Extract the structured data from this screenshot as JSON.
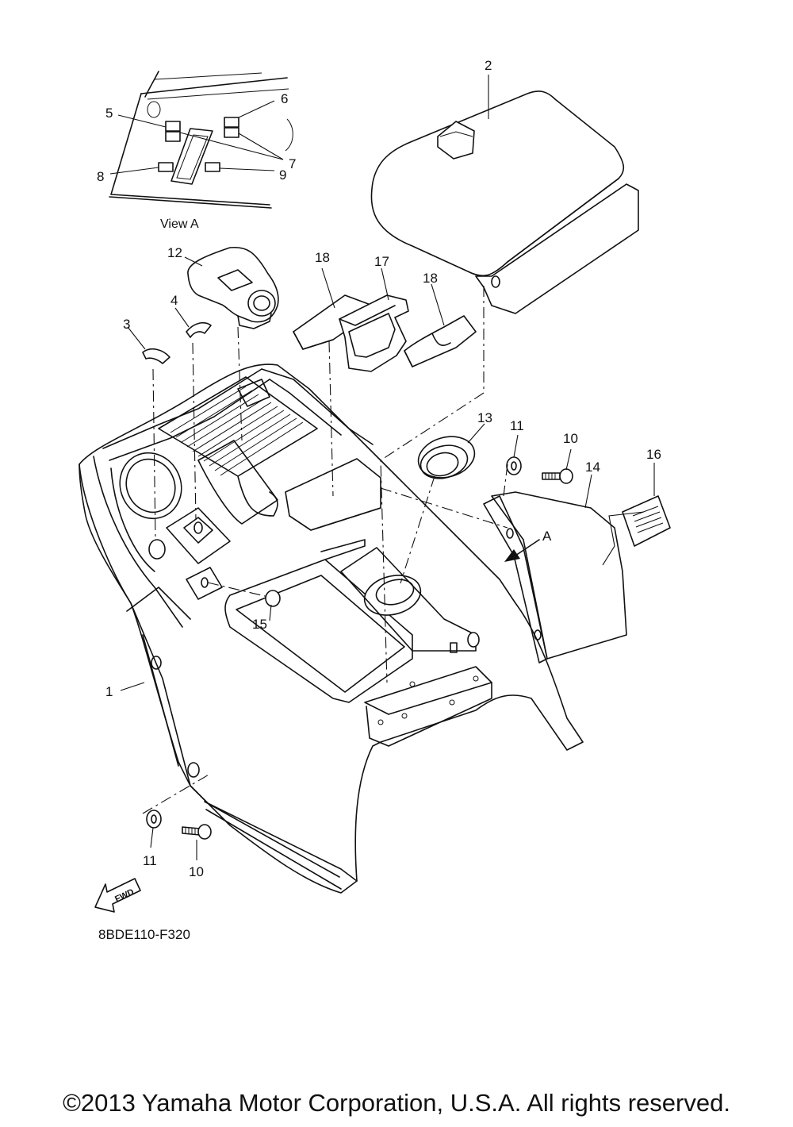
{
  "view_label": "View A",
  "drawing_code": "8BDE110-F320",
  "copyright": "©2013 Yamaha Motor Corporation, U.S.A. All rights reserved.",
  "fwd_label": "FWD",
  "section_marker": "A",
  "callouts": {
    "c1": "1",
    "c2": "2",
    "c3": "3",
    "c4": "4",
    "c5": "5",
    "c6": "6",
    "c7": "7",
    "c8": "8",
    "c9": "9",
    "c10a": "10",
    "c10b": "10",
    "c11a": "11",
    "c11b": "11",
    "c12": "12",
    "c13": "13",
    "c14": "14",
    "c15": "15",
    "c16": "16",
    "c17": "17",
    "c18a": "18",
    "c18b": "18"
  }
}
